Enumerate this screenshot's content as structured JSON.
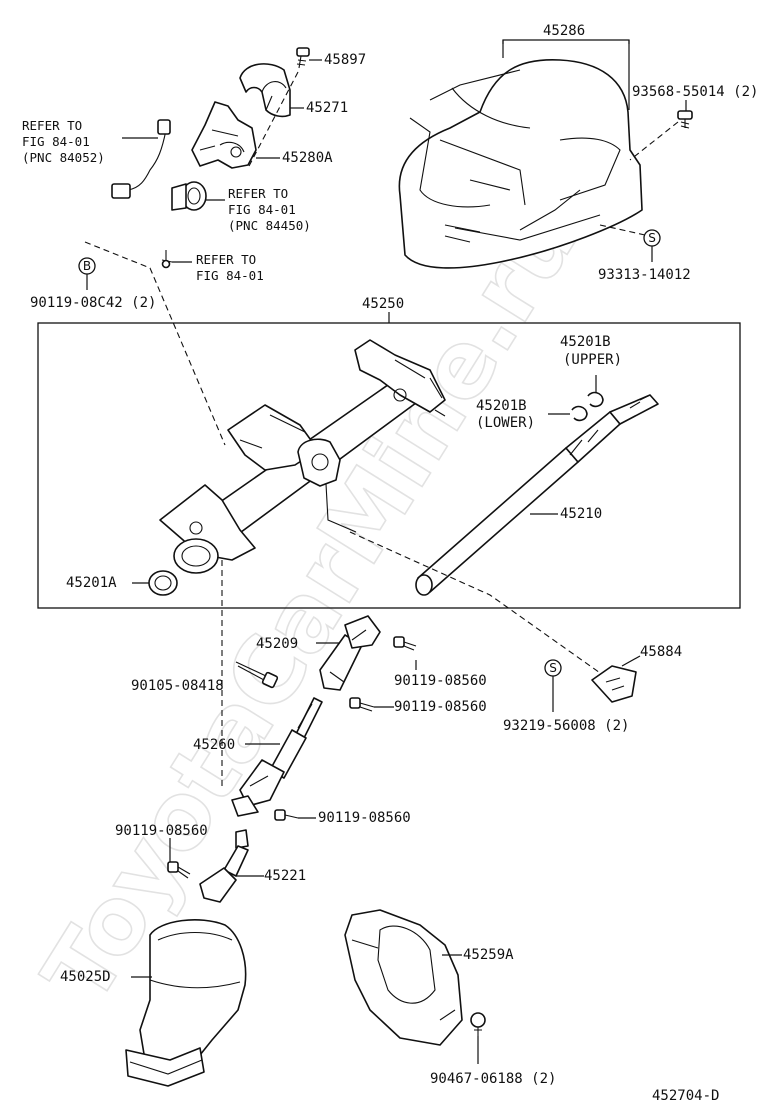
{
  "watermark": "ToyotaCarMine.ru",
  "diagram_code": "452704-D",
  "callouts": {
    "p45286": "45286",
    "p93568": "93568-55014 (2)",
    "p93313": "93313-14012",
    "p45897": "45897",
    "p45271": "45271",
    "p45280A": "45280A",
    "p90119_08C42": "90119-08C42 (2)",
    "p45250": "45250",
    "p45201B_upper": "45201B",
    "p45201B_upper_tag": "(UPPER)",
    "p45201B_lower": "45201B",
    "p45201B_lower_tag": "(LOWER)",
    "p45210": "45210",
    "p45201A": "45201A",
    "p45209": "45209",
    "p90105": "90105-08418",
    "p90119_a": "90119-08560",
    "p90119_b": "90119-08560",
    "p45884": "45884",
    "p93219": "93219-56008 (2)",
    "p45260": "45260",
    "p90119_c": "90119-08560",
    "p90119_d": "90119-08560",
    "p45221": "45221",
    "p45025D": "45025D",
    "p45259A": "45259A",
    "p90467": "90467-06188 (2)"
  },
  "references": {
    "ref1": [
      "REFER TO",
      "FIG 84-01",
      "(PNC 84052)"
    ],
    "ref2": [
      "REFER TO",
      "FIG 84-01",
      "(PNC 84450)"
    ],
    "ref3": [
      "REFER TO",
      "FIG 84-01"
    ]
  },
  "badges": {
    "b": "B",
    "s1": "S",
    "s2": "S"
  }
}
